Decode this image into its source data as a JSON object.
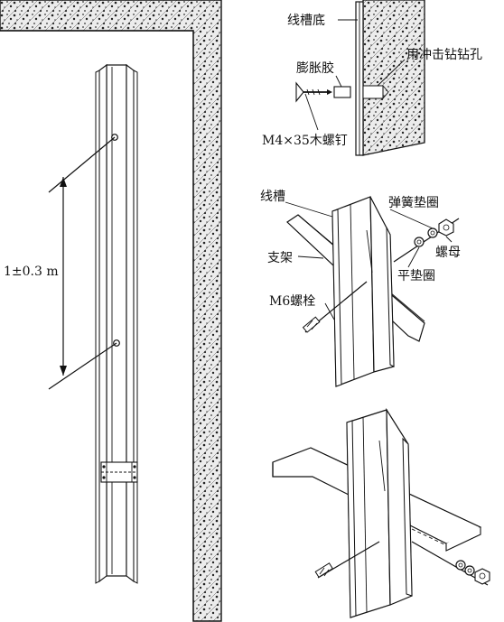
{
  "labels": {
    "trough_bottom": "线槽底",
    "impact_drill_hole": "用冲击钻钻孔",
    "expansion_plug": "膨胀胶",
    "wood_screw": "M4×35木螺钉",
    "spacing": "1±0.3 m",
    "trough": "线槽",
    "spring_washer": "弹簧垫圈",
    "nut": "螺母",
    "bracket": "支架",
    "flat_washer": "平垫圈",
    "bolt": "M6螺栓"
  },
  "colors": {
    "ink": "#111111",
    "masonry_fill": "#e9e9e9"
  }
}
